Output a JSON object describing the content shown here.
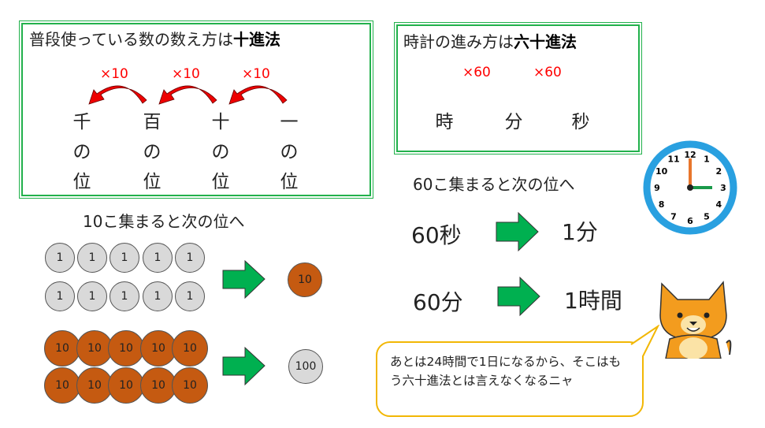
{
  "decimal_box": {
    "title_plain": "普段使っている数の数え方は",
    "title_bold": "十進法",
    "multiplier": "×10",
    "places": [
      {
        "digit": "千",
        "no": "の",
        "pos": "位"
      },
      {
        "digit": "百",
        "no": "の",
        "pos": "位"
      },
      {
        "digit": "十",
        "no": "の",
        "pos": "位"
      },
      {
        "digit": "一",
        "no": "の",
        "pos": "位"
      }
    ]
  },
  "sexagesimal_box": {
    "title_plain": "時計の進み方は",
    "title_bold": "六十進法",
    "multiplier": "×60",
    "units": [
      "時",
      "分",
      "秒"
    ]
  },
  "left_caption": "10こ集まると次の位へ",
  "right_caption": "60こ集まると次の位へ",
  "ones_coins": [
    "1",
    "1",
    "1",
    "1",
    "1",
    "1",
    "1",
    "1",
    "1",
    "1"
  ],
  "ten_coin": "10",
  "tens_coins": [
    "10",
    "10",
    "10",
    "10",
    "10",
    "10",
    "10",
    "10",
    "10",
    "10"
  ],
  "hundred_coin": "100",
  "conversions": [
    {
      "from": "60秒",
      "to": "1分"
    },
    {
      "from": "60分",
      "to": "1時間"
    }
  ],
  "clock": {
    "numbers": [
      "12",
      "1",
      "2",
      "3",
      "4",
      "5",
      "6",
      "7",
      "8",
      "9",
      "10",
      "11"
    ]
  },
  "speech": "あとは24時間で1日になるから、そこはもう六十進法とは言えなくなるニャ",
  "colors": {
    "frame": "#22b14c",
    "arrow_red": "#ff0000",
    "arrow_green": "#00b050",
    "coin_orange": "#c55a11",
    "coin_gray": "#d9d9d9",
    "clock_ring": "#29a0e0",
    "bubble": "#f2b705"
  }
}
